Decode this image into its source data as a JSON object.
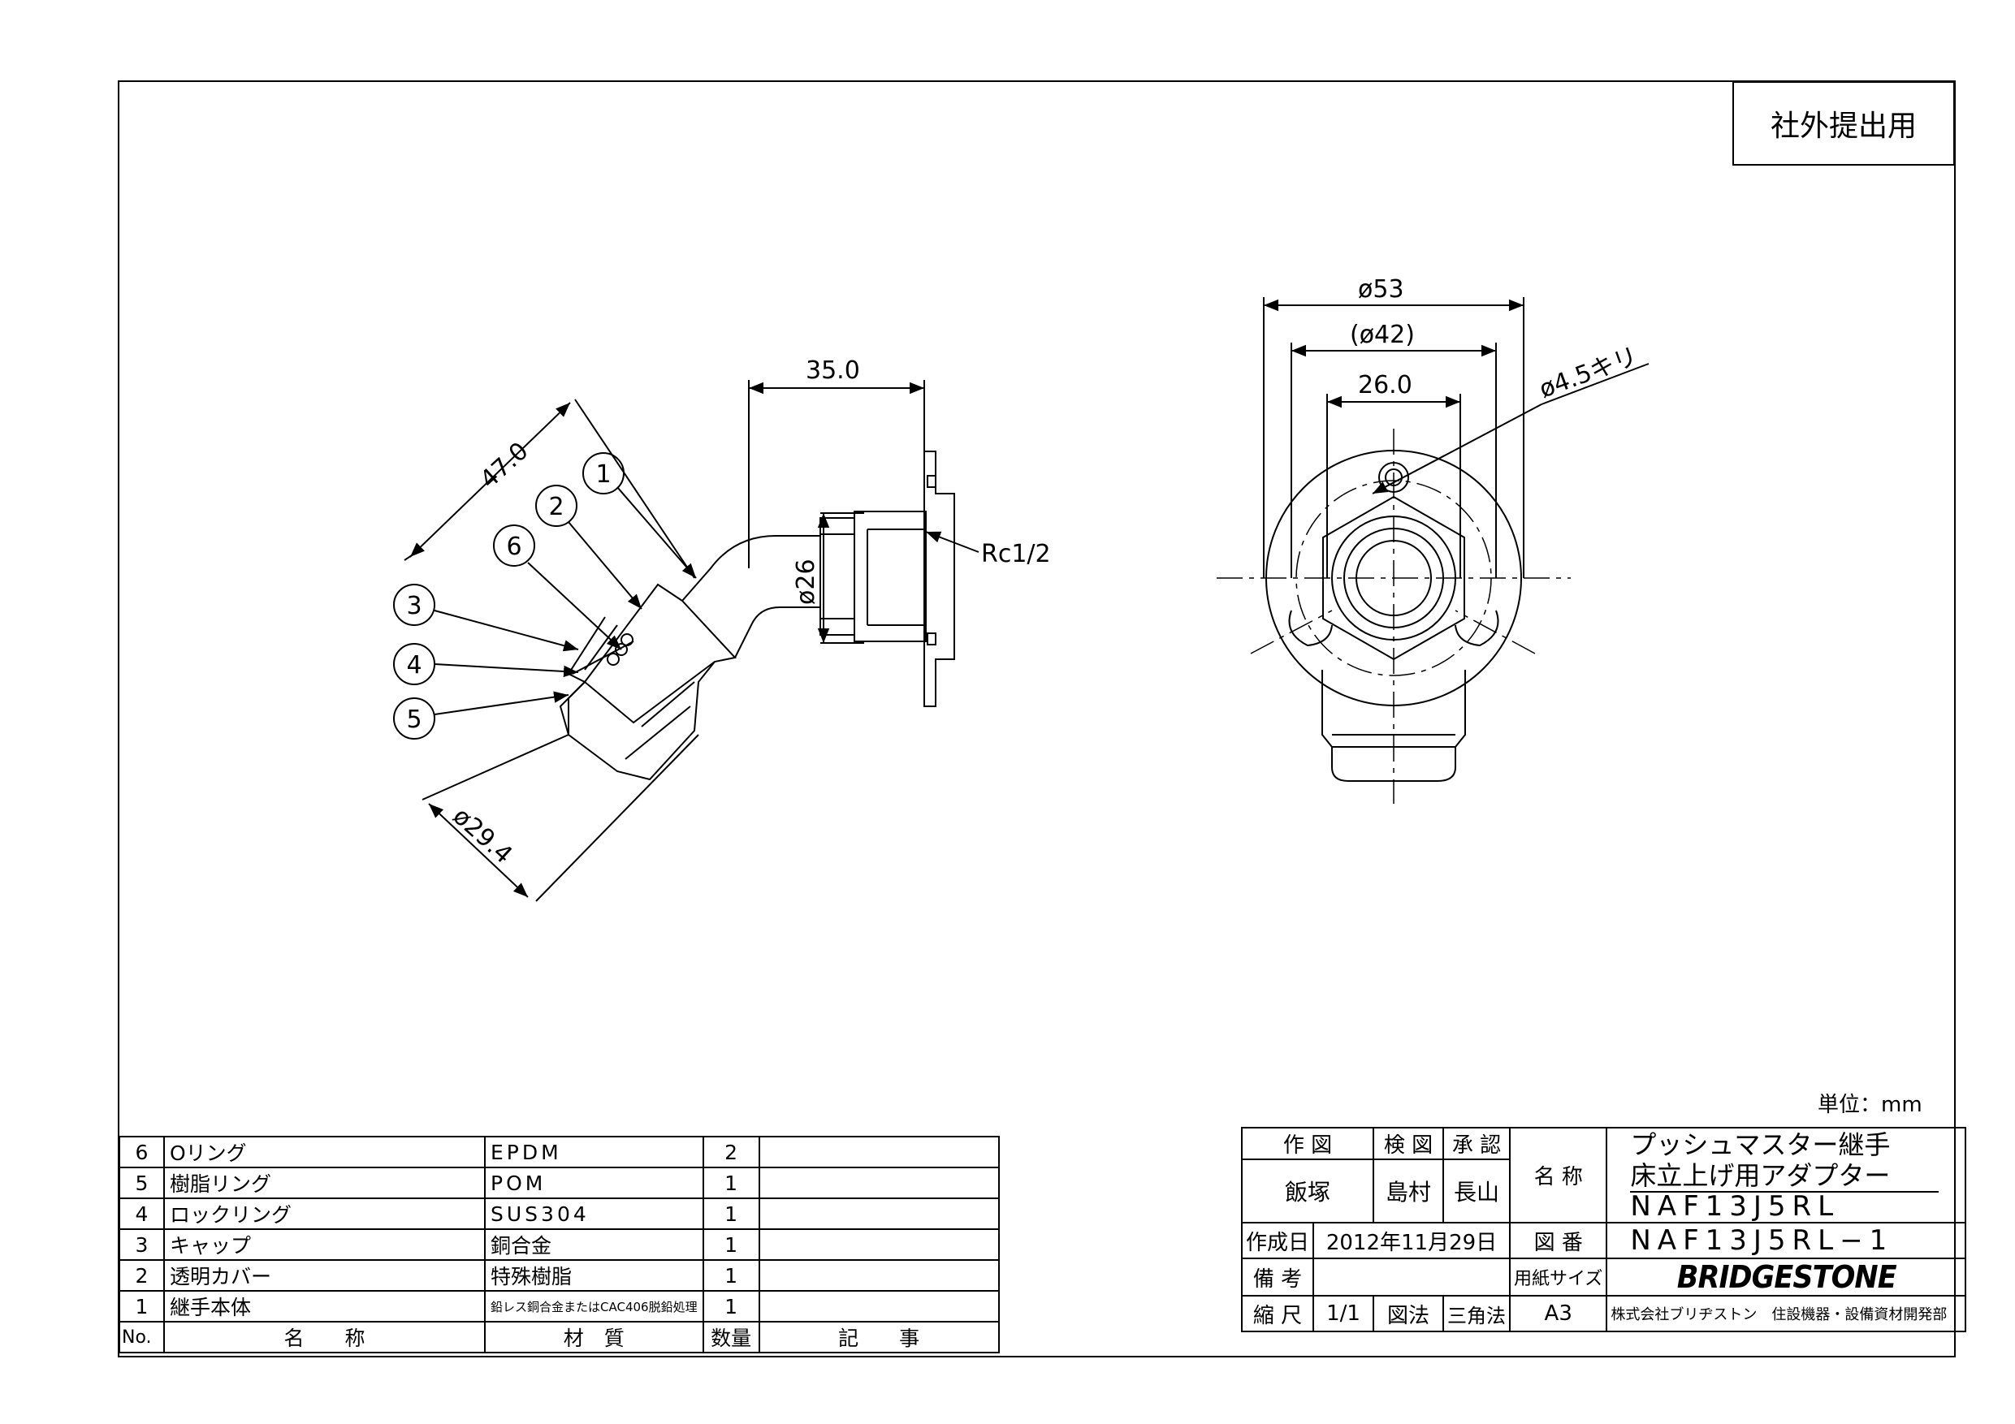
{
  "stamp": "社外提出用",
  "unit": "単位：mm",
  "dimensions": {
    "length_47": "47.0",
    "width_35": "35.0",
    "dia_26_side": "ø26",
    "thread": "Rc1/2",
    "dia_29": "ø29.4",
    "dia_53": "ø53",
    "dia_42": "(ø42)",
    "width_26": "26.0",
    "hole": "ø4.5キリ"
  },
  "balloons": [
    "1",
    "2",
    "6",
    "3",
    "4",
    "5"
  ],
  "parts_header": {
    "no": "No.",
    "name": "名　　称",
    "material": "材　質",
    "qty": "数量",
    "notes": "記　　事"
  },
  "parts": [
    {
      "no": "6",
      "name": "Oリング",
      "material": "EPDM",
      "qty": "2",
      "notes": ""
    },
    {
      "no": "5",
      "name": "樹脂リング",
      "material": "POM",
      "qty": "1",
      "notes": ""
    },
    {
      "no": "4",
      "name": "ロックリング",
      "material": "SUS304",
      "qty": "1",
      "notes": ""
    },
    {
      "no": "3",
      "name": "キャップ",
      "material": "銅合金",
      "qty": "1",
      "notes": ""
    },
    {
      "no": "2",
      "name": "透明カバー",
      "material": "特殊樹脂",
      "qty": "1",
      "notes": ""
    },
    {
      "no": "1",
      "name": "継手本体",
      "material": "鉛レス銅合金またはCAC406脱鉛処理",
      "qty": "1",
      "notes": ""
    }
  ],
  "title_block": {
    "drawn_label": "作 図",
    "checked_label": "検 図",
    "approved_label": "承 認",
    "drawn_by": "飯塚",
    "checked_by": "島村",
    "approved_by": "長山",
    "name_label": "名 称",
    "product_line1": "プッシュマスター継手",
    "product_line2": "床立上げ用アダプター",
    "product_code": "NAF13J5RL",
    "date_label": "作成日",
    "date": "2012年11月29日",
    "drawing_no_label": "図 番",
    "drawing_no": "NAF13J5RL−1",
    "remarks_label": "備 考",
    "remarks": "",
    "paper_label": "用紙サイズ",
    "logo": "BRIDGESTONE",
    "scale_label": "縮 尺",
    "scale": "1/1",
    "projection_label": "図法",
    "projection": "三角法",
    "paper_size": "A3",
    "company": "株式会社ブリヂストン　住設機器・設備資材開発部"
  }
}
